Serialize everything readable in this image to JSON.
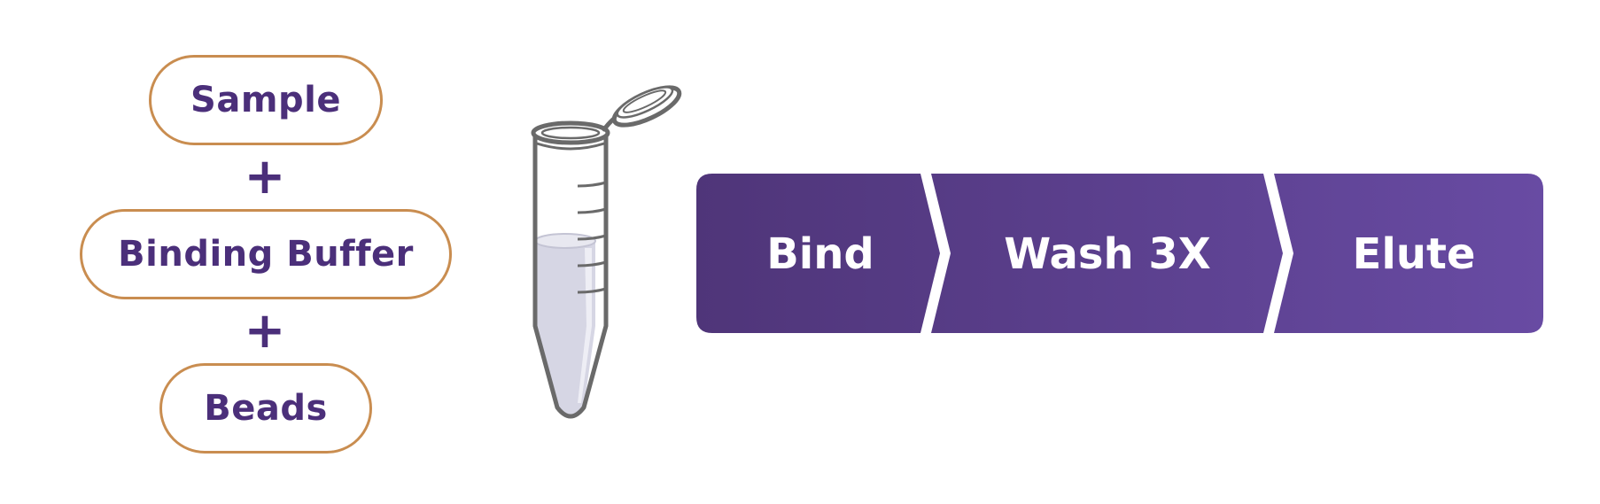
{
  "inputs": {
    "sample": "Sample",
    "binding_buffer": "Binding Buffer",
    "beads": "Beads",
    "plus_symbol": "+"
  },
  "steps": [
    {
      "label": "Bind"
    },
    {
      "label": "Wash 3X"
    },
    {
      "label": "Elute"
    }
  ],
  "colors": {
    "pill_border": "#c98d50",
    "text_purple": "#4b2f7a",
    "step_gradient_start": "#4f3579",
    "step_gradient_end": "#684ba3",
    "tube_outline": "#6a6a6a",
    "tube_liquid": "#d6d6e4"
  },
  "icons": [
    "microcentrifuge-tube-icon"
  ]
}
